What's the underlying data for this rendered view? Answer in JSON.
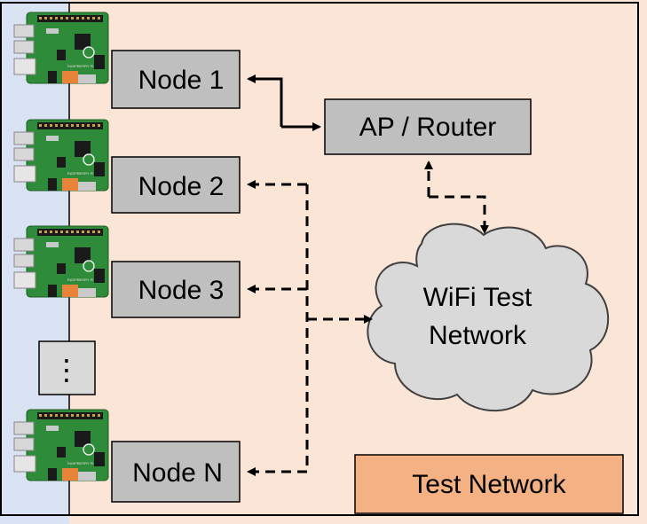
{
  "nodes": [
    {
      "label": "Node 1",
      "link": "solid"
    },
    {
      "label": "Node 2",
      "link": "dashed"
    },
    {
      "label": "Node 3",
      "link": "dashed"
    },
    {
      "label": "Node N",
      "link": "dashed"
    }
  ],
  "ellipsis": "⋮",
  "router": {
    "label": "AP / Router"
  },
  "cloud": {
    "line1": "WiFi Test",
    "line2": "Network"
  },
  "legend": {
    "label": "Test Network"
  },
  "colors": {
    "test_network_bg": "#FBE5D6",
    "left_strip": "#DAE3F3",
    "node_box": "#BFBFBF",
    "cloud_fill": "#D9D9D9",
    "legend_fill": "#F4B183",
    "pcb_green": "#2E8B3A",
    "line": "#000000"
  },
  "icons": [
    "raspberry-pi-board"
  ]
}
